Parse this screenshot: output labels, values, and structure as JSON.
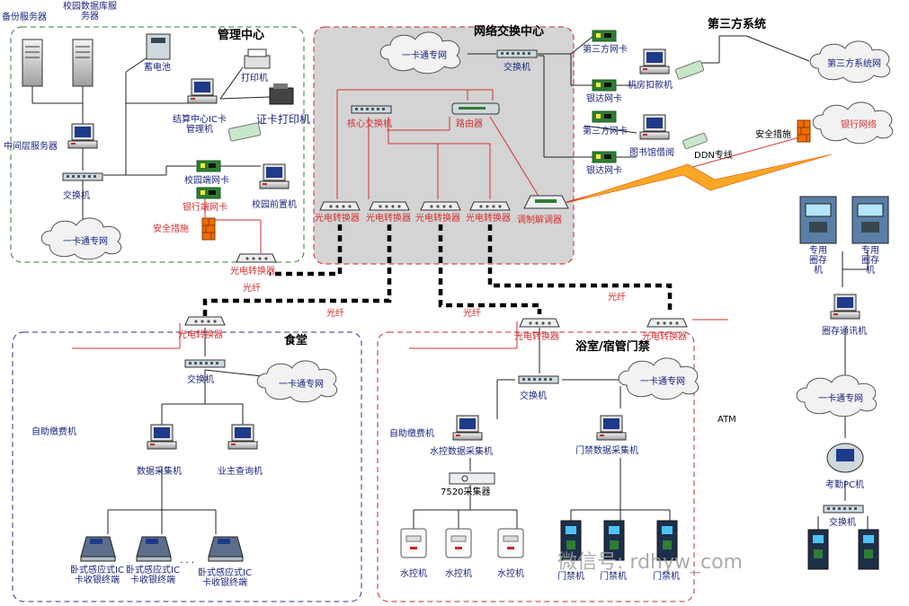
{
  "zones": {
    "management": "管理中心",
    "exchange": "网络交换中心",
    "third_party": "第三方系统",
    "canteen": "食堂",
    "bath": "浴室/宿管门禁"
  },
  "top_left": {
    "backup_server": "备份服务器",
    "campus_db_server": "校园数据库服务器",
    "battery": "蓄电池",
    "printer": "打印机",
    "card_printer": "证卡打印机",
    "settlement_center": "结算中心IC卡管理机",
    "middleware_server": "中间层服务器",
    "switch": "交换机",
    "campus_nic": "校园端网卡",
    "bank_nic": "银行端网卡",
    "campus_front": "校园前置机",
    "security": "安全措施",
    "optical_converter": "光电转换器",
    "cloud": "一卡通专网"
  },
  "exchange_center": {
    "cloud": "一卡通专网",
    "switch": "交换机",
    "core_switch": "核心交换机",
    "router": "路由器",
    "converters": [
      "光电转换器",
      "光电转换器",
      "光电转换器",
      "光电转换器"
    ],
    "modem": "调制解调器"
  },
  "third_party_side": {
    "tp_nic1": "第三方网卡",
    "yinda_nic1": "银达网卡",
    "machine_room": "机房扣款机",
    "tp_nic2": "第三方网卡",
    "yinda_nic2": "银达网卡",
    "library": "图书馆借阅",
    "ddn": "DDN专线",
    "tp_network": "第三方系统网",
    "bank_network": "银行网络",
    "security": "安全措施"
  },
  "fiber": {
    "labels": [
      "光纤",
      "光纤",
      "光纤",
      "光纤"
    ]
  },
  "canteen_area": {
    "converter": "光电转换器",
    "switch": "交换机",
    "cloud": "一卡通专网",
    "self_pay": "自助缴费机",
    "data_collector": "数据采集机",
    "owner_query": "业主查询机",
    "pos": [
      "卧式感应式IC卡收银终端",
      "卧式感应式IC卡收银终端",
      "卧式感应式IC卡收银终端"
    ],
    "dots": "· · ·"
  },
  "bath_area": {
    "converter1": "光电转换器",
    "converter2": "光电转换器",
    "self_pay": "自助缴费机",
    "switch": "交换机",
    "cloud": "一卡通专网",
    "water_collector": "水控数据采集机",
    "door_collector": "门禁数据采集机",
    "collector7520": "7520采集器",
    "water_units": [
      "水控机",
      "水控机",
      "水控机"
    ],
    "door_units": [
      "门禁机",
      "门禁机",
      "门禁机"
    ],
    "atm": "ATM"
  },
  "right_column": {
    "deposit1": "专用圈存机",
    "deposit2": "专用圈存机",
    "comm_machine": "圈存通讯机",
    "cloud": "一卡通专网",
    "attendance_pc": "考勤PC机",
    "switch": "交换机"
  },
  "watermark": "微信号: rdhyw_com",
  "colors": {
    "label_blue": "#1a237e",
    "label_red": "#d32f2f",
    "management_border": "#2e7d32",
    "exchange_border": "#c62828",
    "exchange_fill": "#d4d4d4",
    "canteen_border": "#283593",
    "bath_border": "#c62828",
    "lightning": "#f9a825"
  }
}
